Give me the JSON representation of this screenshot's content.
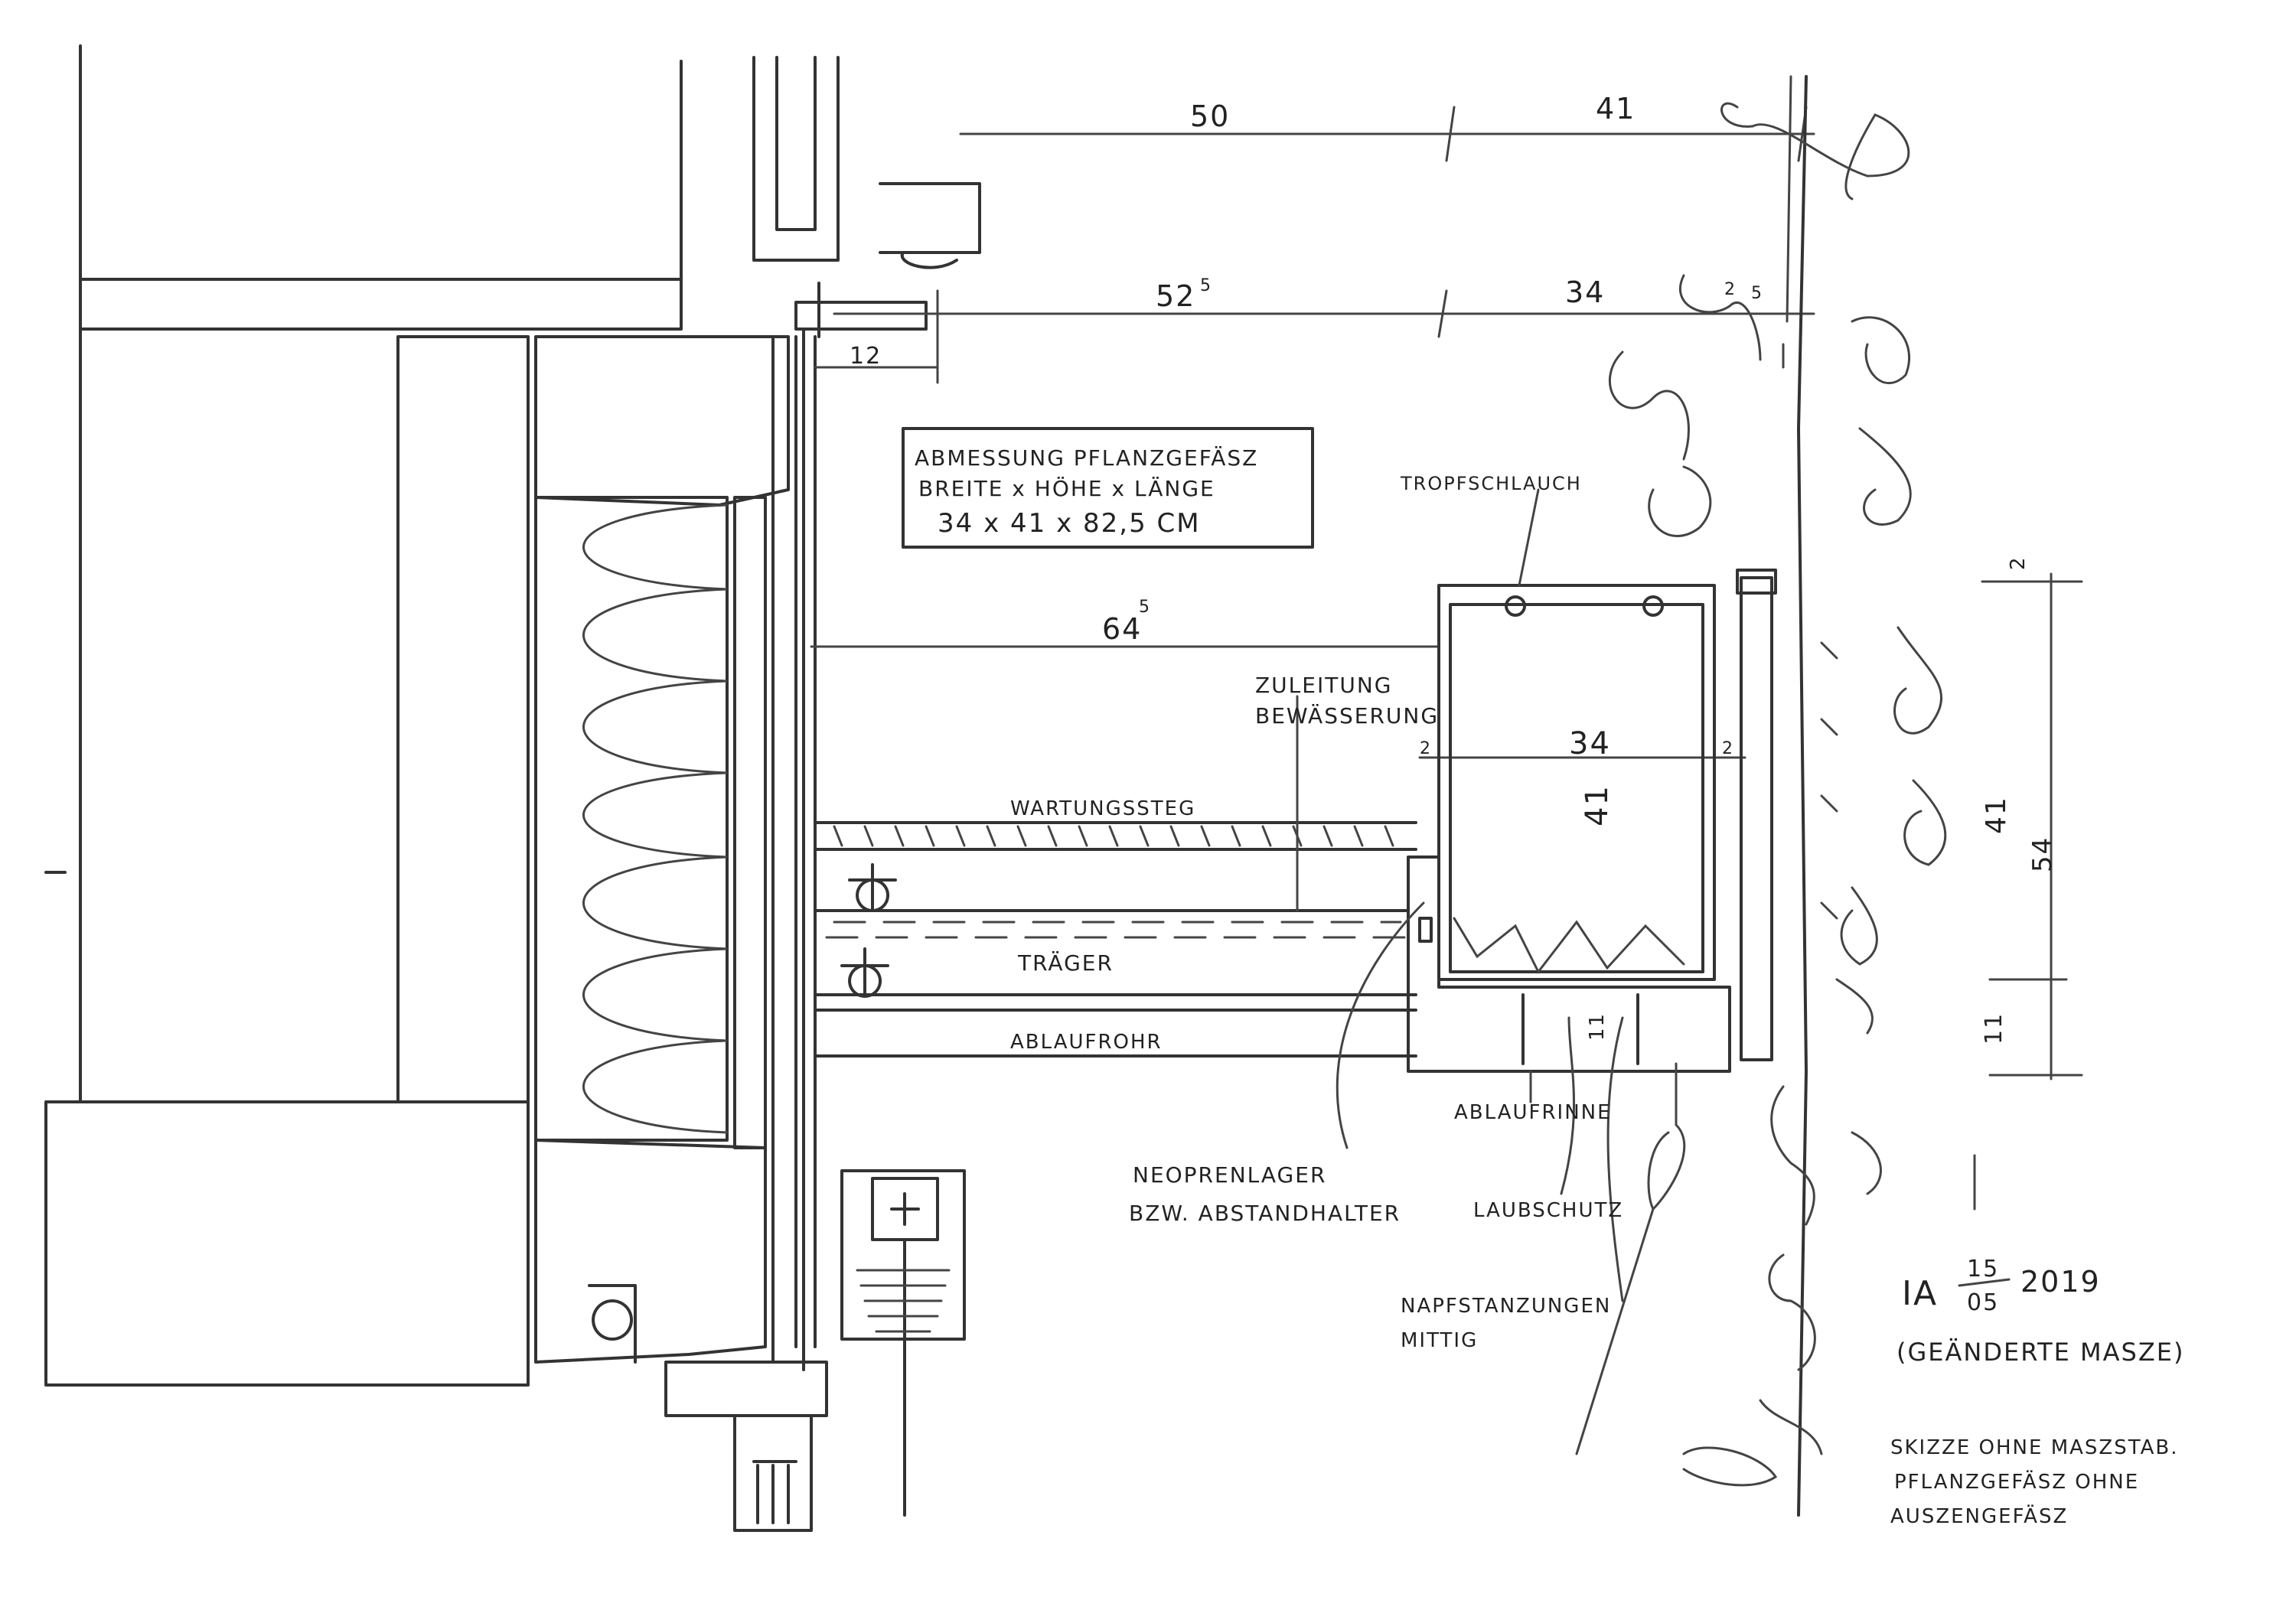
{
  "dimensions": {
    "top_left": "50",
    "top_right": "41",
    "second_left": "52",
    "second_left_sup": "5",
    "second_right": "34",
    "small_12": "12",
    "small_2a": "2",
    "small_5": "5",
    "offset_64": "64",
    "offset_64_sup": "5",
    "width_34": "34",
    "height_41": "41",
    "side_2_left": "2",
    "side_2_right": "2",
    "right_2": "2",
    "right_41": "41",
    "right_54": "54",
    "right_11": "11",
    "bottom_11": "11"
  },
  "box": {
    "line1": "ABMESSUNG PFLANZGEFÄSZ",
    "line2": "BREITE x HÖHE x LÄNGE",
    "line3": "34  x  41  x  82,5 CM"
  },
  "labels": {
    "tropfschlauch": "TROPFSCHLAUCH",
    "zuleitung_1": "ZULEITUNG",
    "zuleitung_2": "BEWÄSSERUNG",
    "wartungssteg": "WARTUNGSSTEG",
    "traeger": "TRÄGER",
    "ablaufrohr": "ABLAUFROHR",
    "ablaufrinne": "ABLAUFRINNE",
    "neopren_1": "NEOPRENLAGER",
    "neopren_2": "BZW. ABSTANDHALTER",
    "laubschutz": "LAUBSCHUTZ",
    "napf_1": "NAPFSTANZUNGEN",
    "napf_2": "MITTIG"
  },
  "signature": {
    "initials": "IA",
    "day": "15",
    "month": "05",
    "year": "2019",
    "note": "(GEÄNDERTE MASZE)"
  },
  "notes": {
    "line1": "SKIZZE OHNE MASZSTAB.",
    "line2": "PFLANZGEFÄSZ OHNE",
    "line3": "AUSZENGEFÄSZ"
  }
}
